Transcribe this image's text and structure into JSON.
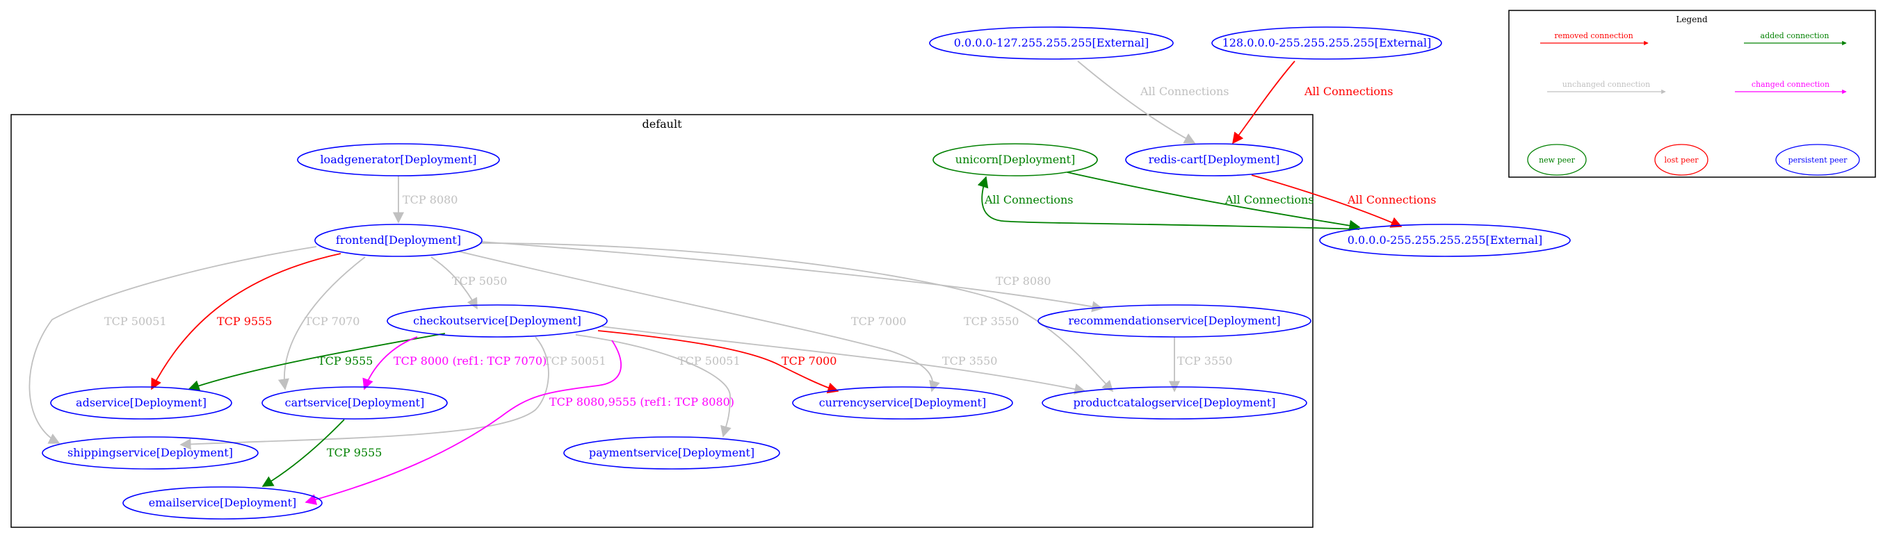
{
  "colors": {
    "removed": "#ff0000",
    "added": "#008000",
    "unchanged": "#c0c0c0",
    "changed": "#ff00ff",
    "persistent": "#0000ff",
    "new_peer": "#008000",
    "lost_peer": "#ff0000",
    "cluster_border": "#000000"
  },
  "cluster": {
    "label": "default"
  },
  "nodes": {
    "ext_low": "0.0.0.0-127.255.255.255[External]",
    "ext_high": "128.0.0.0-255.255.255.255[External]",
    "ext_all": "0.0.0.0-255.255.255.255[External]",
    "loadgenerator": "loadgenerator[Deployment]",
    "unicorn": "unicorn[Deployment]",
    "redis_cart": "redis-cart[Deployment]",
    "frontend": "frontend[Deployment]",
    "checkoutservice": "checkoutservice[Deployment]",
    "recommendationservice": "recommendationservice[Deployment]",
    "adservice": "adservice[Deployment]",
    "cartservice": "cartservice[Deployment]",
    "currencyservice": "currencyservice[Deployment]",
    "productcatalogservice": "productcatalogservice[Deployment]",
    "shippingservice": "shippingservice[Deployment]",
    "paymentservice": "paymentservice[Deployment]",
    "emailservice": "emailservice[Deployment]"
  },
  "edge_labels": {
    "extlow_redis": "All Connections",
    "exthigh_redis": "All Connections",
    "unicorn_extall": "All Connections",
    "extall_unicorn": "All Connections",
    "redis_extall": "All Connections",
    "load_frontend": "TCP 8080",
    "frontend_shipping": "TCP 50051",
    "frontend_ad": "TCP 9555",
    "frontend_cart": "TCP 7070",
    "frontend_checkout": "TCP 5050",
    "frontend_currency": "TCP 7000",
    "frontend_product": "TCP 3550",
    "frontend_recommend": "TCP 8080",
    "checkout_ad": "TCP 9555",
    "checkout_cart": "TCP 8000 (ref1: TCP 7070)",
    "checkout_shipping": "TCP 50051",
    "checkout_payment": "TCP 50051",
    "checkout_currency": "TCP 7000",
    "checkout_product": "TCP 3550",
    "checkout_email": "TCP 8080,9555 (ref1: TCP 8080)",
    "recommend_product": "TCP 3550",
    "cart_email": "TCP 9555"
  },
  "legend": {
    "title": "Legend",
    "removed": "removed connection",
    "added": "added connection",
    "unchanged": "unchanged connection",
    "changed": "changed connection",
    "new_peer": "new peer",
    "lost_peer": "lost peer",
    "persistent_peer": "persistent peer"
  }
}
